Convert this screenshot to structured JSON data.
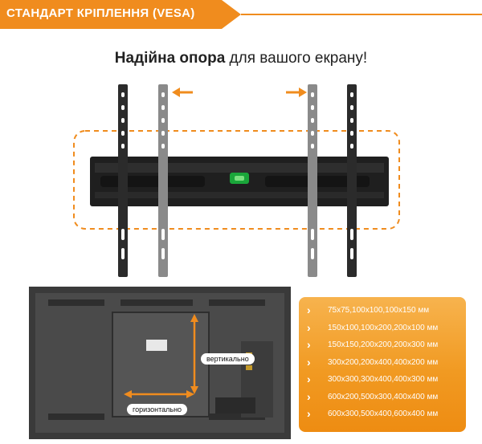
{
  "header": {
    "title": "СТАНДАРТ КРІПЛЕННЯ (VESA)",
    "bar_color": "#f08c1e"
  },
  "tagline": {
    "bold": "Надійна опора",
    "rest": " для вашого екрану!"
  },
  "tv": {
    "vertical_label": "вертикально",
    "horizontal_label": "горизонтально"
  },
  "vesa": {
    "items": [
      "75x75,100x100,100x150 мм",
      "150x100,100x200,200x100 мм",
      "150x150,200x200,200x300 мм",
      "300x200,200x400,400x200 мм",
      "300x300,300x400,400x300 мм",
      "600x200,500x300,400x400 мм",
      "600x300,500x400,600x400 мм"
    ]
  },
  "colors": {
    "accent": "#f08c1e",
    "metal_dark": "#2b2b2b",
    "metal_light": "#8a8a8a"
  }
}
